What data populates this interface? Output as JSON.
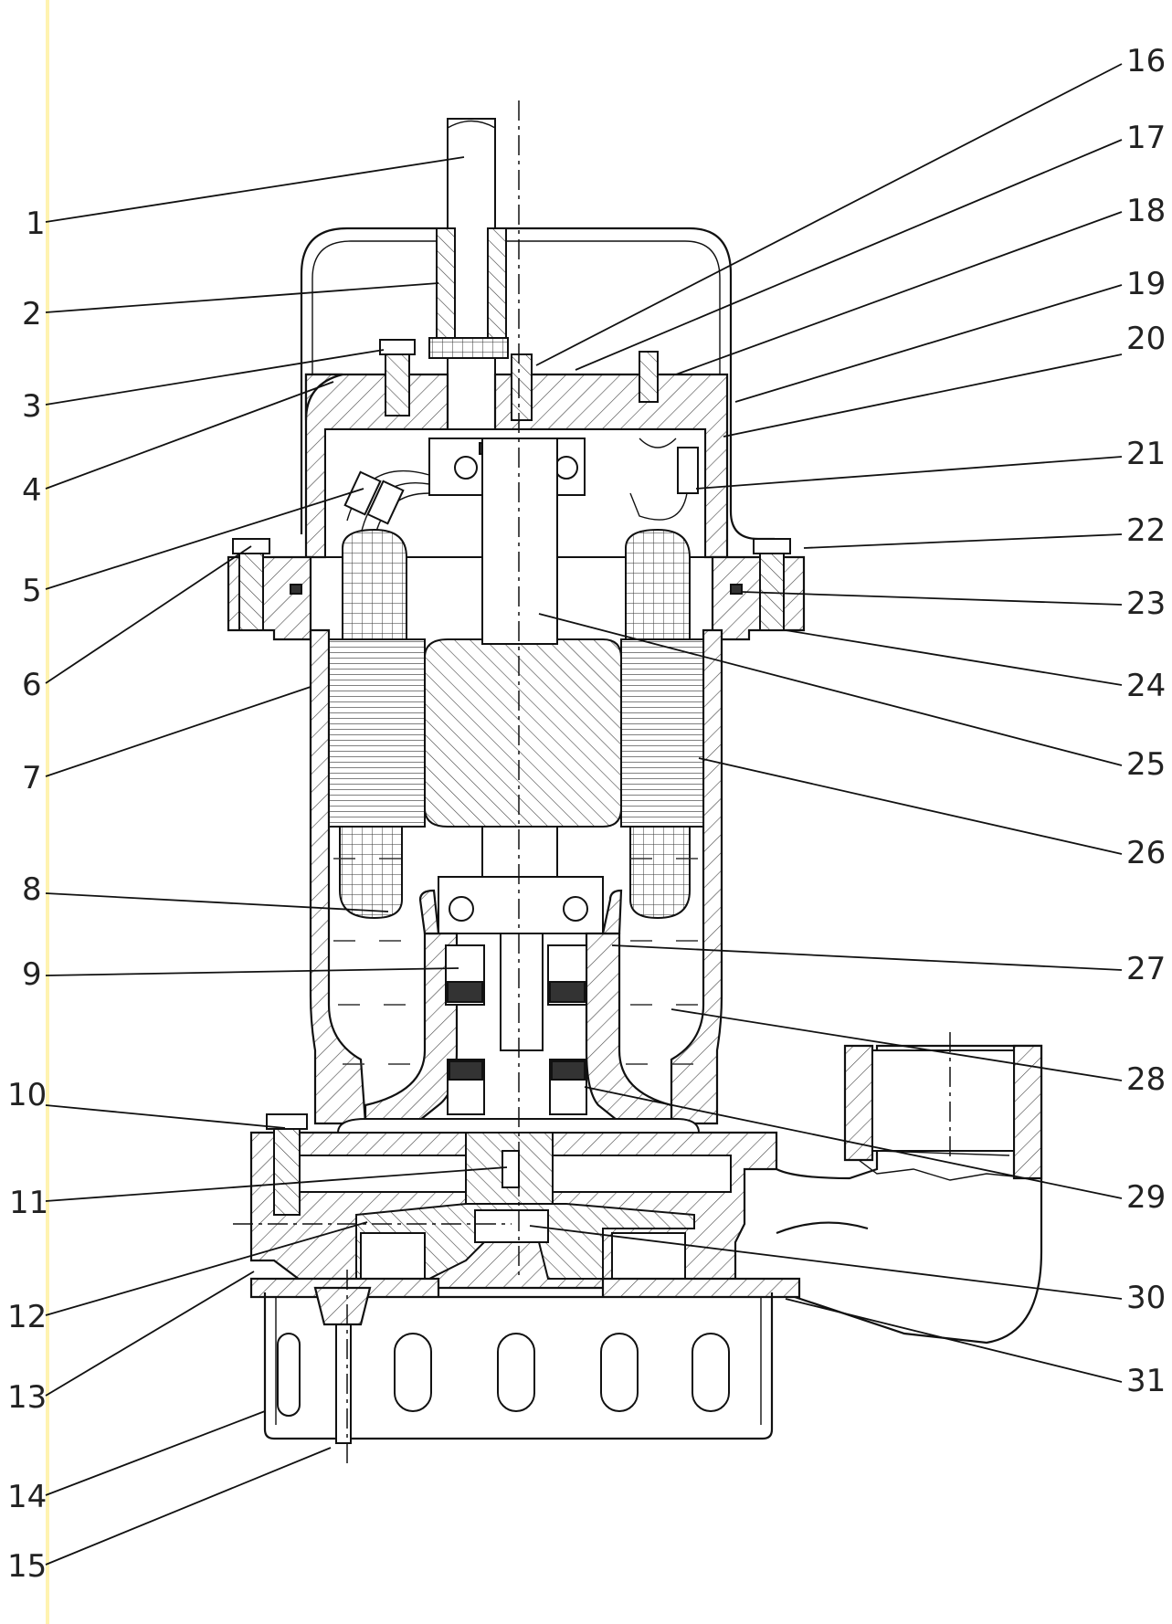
{
  "diagram": {
    "left_callouts": [
      "1",
      "2",
      "3",
      "4",
      "5",
      "6",
      "7",
      "8",
      "9",
      "10",
      "11",
      "12",
      "13",
      "14",
      "15"
    ],
    "right_callouts": [
      "16",
      "17",
      "18",
      "19",
      "20",
      "21",
      "22",
      "23",
      "24",
      "25",
      "26",
      "27",
      "28",
      "29",
      "30",
      "31"
    ]
  }
}
